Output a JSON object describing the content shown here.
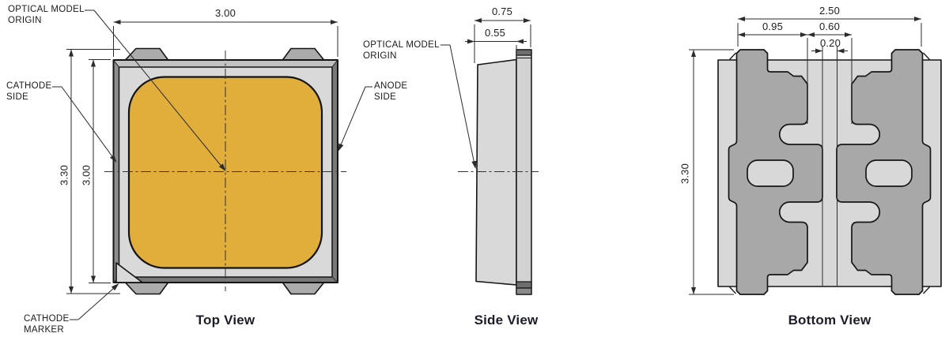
{
  "page": {
    "background": "#ffffff"
  },
  "top_view": {
    "title": "Top View",
    "labels": {
      "optical_model_origin": "OPTICAL MODEL\nORIGIN",
      "cathode_side": "CATHODE\nSIDE",
      "anode_side": "ANODE\nSIDE",
      "cathode_marker": "CATHODE\nMARKER"
    },
    "dimensions": {
      "overall_width_mm": "3.00",
      "overall_height_mm": "3.30",
      "body_height_mm": "3.00"
    },
    "colors": {
      "phosphor_window": "#e1ae3c",
      "package_frame": "#d9d9d9",
      "edge_band": "#8e8e8e",
      "corner_tab": "#ababab"
    }
  },
  "side_view": {
    "title": "Side View",
    "labels": {
      "optical_model_origin": "OPTICAL MODEL\nORIGIN"
    },
    "dimensions": {
      "overall_depth_mm": "0.75",
      "body_depth_mm": "0.55"
    },
    "colors": {
      "body": "#d9d9d9",
      "solder_pad": "#6e6e6e"
    }
  },
  "bottom_view": {
    "title": "Bottom View",
    "dimensions": {
      "pad_outer_span_mm": "2.50",
      "pad_width_mm": "0.95",
      "pad_inner_gap_mm": "0.60",
      "center_gap_mm": "0.20",
      "overall_height_mm": "3.30"
    },
    "colors": {
      "substrate": "#d8d8d8",
      "pad": "#a8a8a8"
    }
  }
}
